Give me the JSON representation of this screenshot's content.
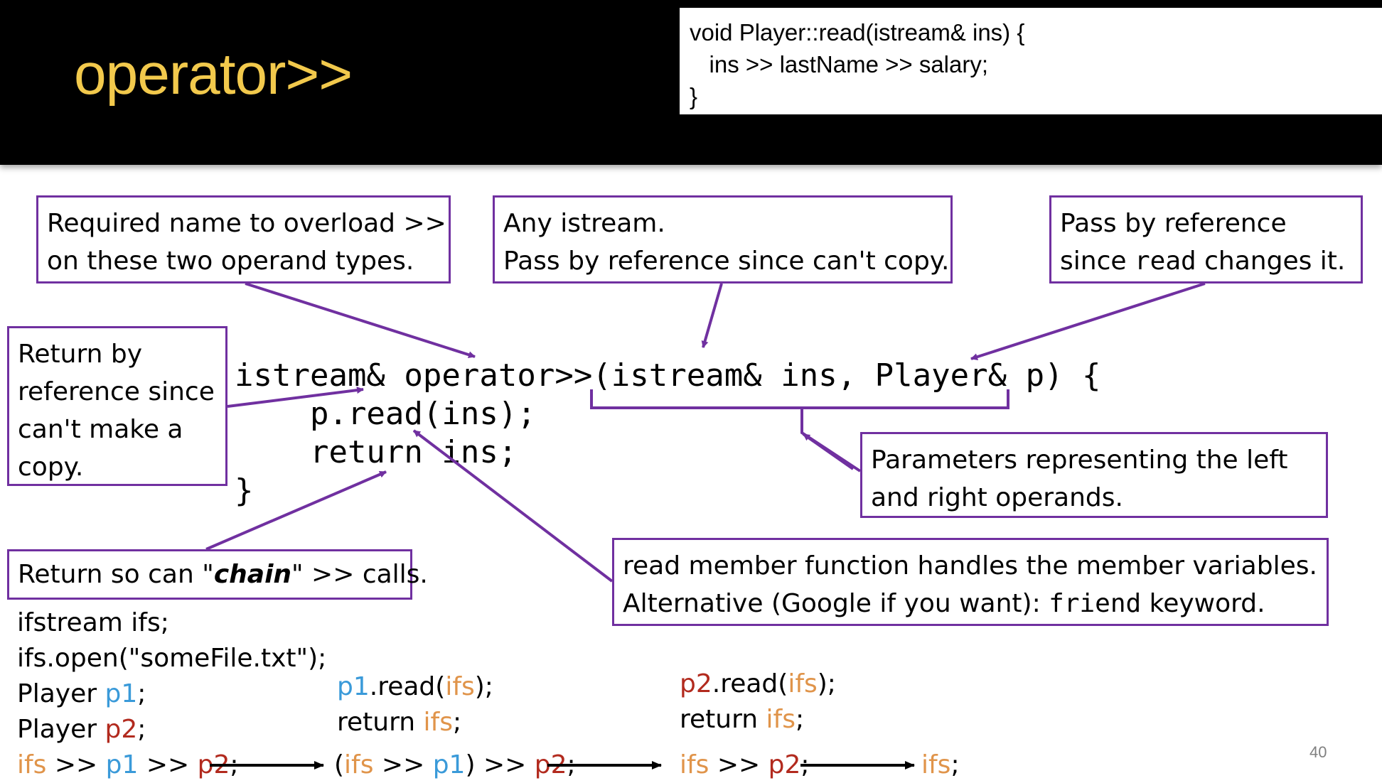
{
  "slide": {
    "title": "operator>>",
    "page_number": "40"
  },
  "header_code": {
    "line1": "void Player::read(istream& ins) {",
    "line2": "   ins >> lastName >> salary;",
    "line3": "}"
  },
  "main_code": {
    "line1": "istream& operator>>(istream& ins, Player& p) {",
    "line2": "    p.read(ins);",
    "line3": "    return ins;",
    "line4": "}"
  },
  "notes": {
    "required_name": [
      "Required name to overload >>",
      "on these two operand types."
    ],
    "any_istream": [
      "Any istream.",
      "Pass by reference since can't copy."
    ],
    "pass_by_reference": {
      "line1": "Pass by reference",
      "line2_pre": "since ",
      "line2_code": "read",
      "line2_post": " changes it."
    },
    "return_by_reference": [
      "Return by",
      "reference since",
      "can't make a",
      "copy."
    ],
    "parameters": [
      "Parameters representing the left",
      "and right operands."
    ],
    "chain": {
      "pre": "Return so can \"",
      "emph": "chain",
      "post": "\" >> calls."
    },
    "read_member": {
      "line1": "read member function handles the member variables.",
      "line2_pre": "Alternative (Google if you want): ",
      "line2_code": "friend",
      "line2_post": " keyword."
    }
  },
  "bottom_code": {
    "decl1": "ifstream ifs;",
    "decl2": "ifs.open(\"someFile.txt\");",
    "decl3_type": "Player ",
    "decl4_type": "Player ",
    "semi": ";",
    "ifs": "ifs",
    "p1": "p1",
    "p2": "p2",
    "shift": " >> ",
    "read_call": ".read(",
    "close_semi": ");",
    "return_kw": "return ",
    "open_paren": "(",
    "close_paren": ")"
  },
  "colors": {
    "accent_purple": "#7030A0",
    "title_yellow": "#F2C94C",
    "ifs_orange": "#E0944A",
    "p1_blue": "#3A9AD9",
    "p2_red": "#B22A1E"
  }
}
